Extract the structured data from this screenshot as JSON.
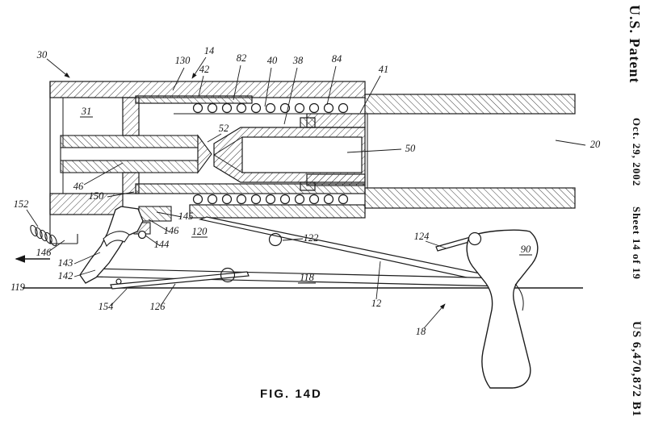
{
  "page": {
    "background": "#ffffff",
    "line_color": "#1b1b1b"
  },
  "patent_header": {
    "title": "U.S. Patent",
    "date": "Oct. 29, 2002",
    "sheet": "Sheet 14 of 19",
    "number": "US 6,470,872 B1"
  },
  "figure": {
    "caption": "FIG. 14D"
  },
  "reference_labels": [
    {
      "text": "30"
    },
    {
      "text": "130"
    },
    {
      "text": "14"
    },
    {
      "text": "42"
    },
    {
      "text": "82"
    },
    {
      "text": "40"
    },
    {
      "text": "38"
    },
    {
      "text": "84"
    },
    {
      "text": "41"
    },
    {
      "text": "31"
    },
    {
      "text": "52"
    },
    {
      "text": "50"
    },
    {
      "text": "20"
    },
    {
      "text": "46"
    },
    {
      "text": "150"
    },
    {
      "text": "152"
    },
    {
      "text": "145"
    },
    {
      "text": "146"
    },
    {
      "text": "120"
    },
    {
      "text": "144"
    },
    {
      "text": "122"
    },
    {
      "text": "124"
    },
    {
      "text": "90"
    },
    {
      "text": "146"
    },
    {
      "text": "143"
    },
    {
      "text": "142"
    },
    {
      "text": "119"
    },
    {
      "text": "154"
    },
    {
      "text": "126"
    },
    {
      "text": "118"
    },
    {
      "text": "12"
    },
    {
      "text": "18"
    }
  ]
}
